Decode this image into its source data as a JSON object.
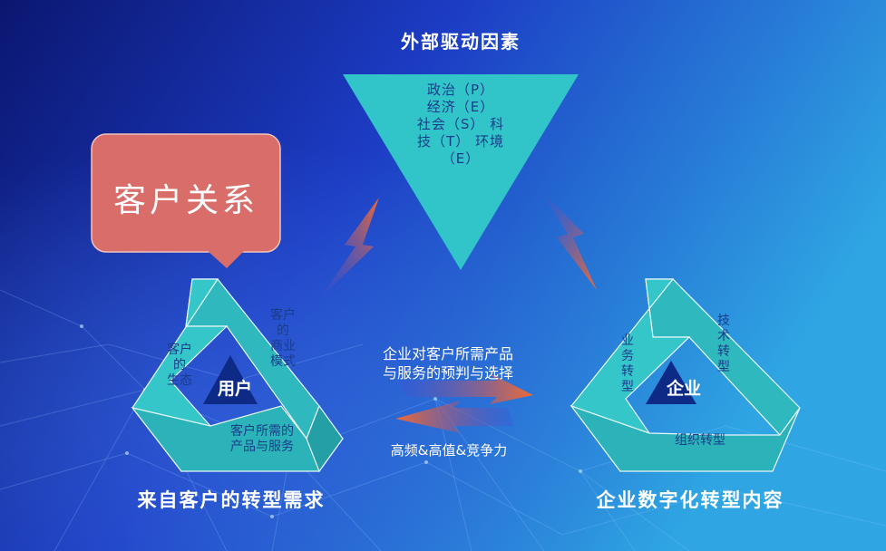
{
  "colors": {
    "bg_dark": "#0c1c8a",
    "bg_light": "#2fa6e3",
    "teal": "#31c4c8",
    "teal_dark": "#1f9fa6",
    "callout": "#d86d6a",
    "arrow": "#e8603a",
    "text_dark": "#1a3d8a"
  },
  "top": {
    "title": "外部驱动因素",
    "lines": [
      "政治（P）",
      "经济（E）",
      "社会（S）  科",
      "技（T）  环境",
      "（E）"
    ]
  },
  "callout": {
    "text": "客户关系"
  },
  "left": {
    "center": "用户",
    "seg_left": [
      "客户",
      "的",
      "生态"
    ],
    "seg_right": [
      "客户",
      "的",
      "商业",
      "模式"
    ],
    "seg_bottom": [
      "客户所需的",
      "产品与服务"
    ],
    "caption": "来自客户的转型需求"
  },
  "right": {
    "center": "企业",
    "seg_left": [
      "业",
      "务",
      "转",
      "型"
    ],
    "seg_right": [
      "技",
      "术",
      "转",
      "型"
    ],
    "seg_bottom": "组织转型",
    "caption": "企业数字化转型内容"
  },
  "middle": {
    "line1": "企业对客户所需产品",
    "line2": "与服务的预判与选择",
    "bottom": "高频&高值&竞争力"
  }
}
